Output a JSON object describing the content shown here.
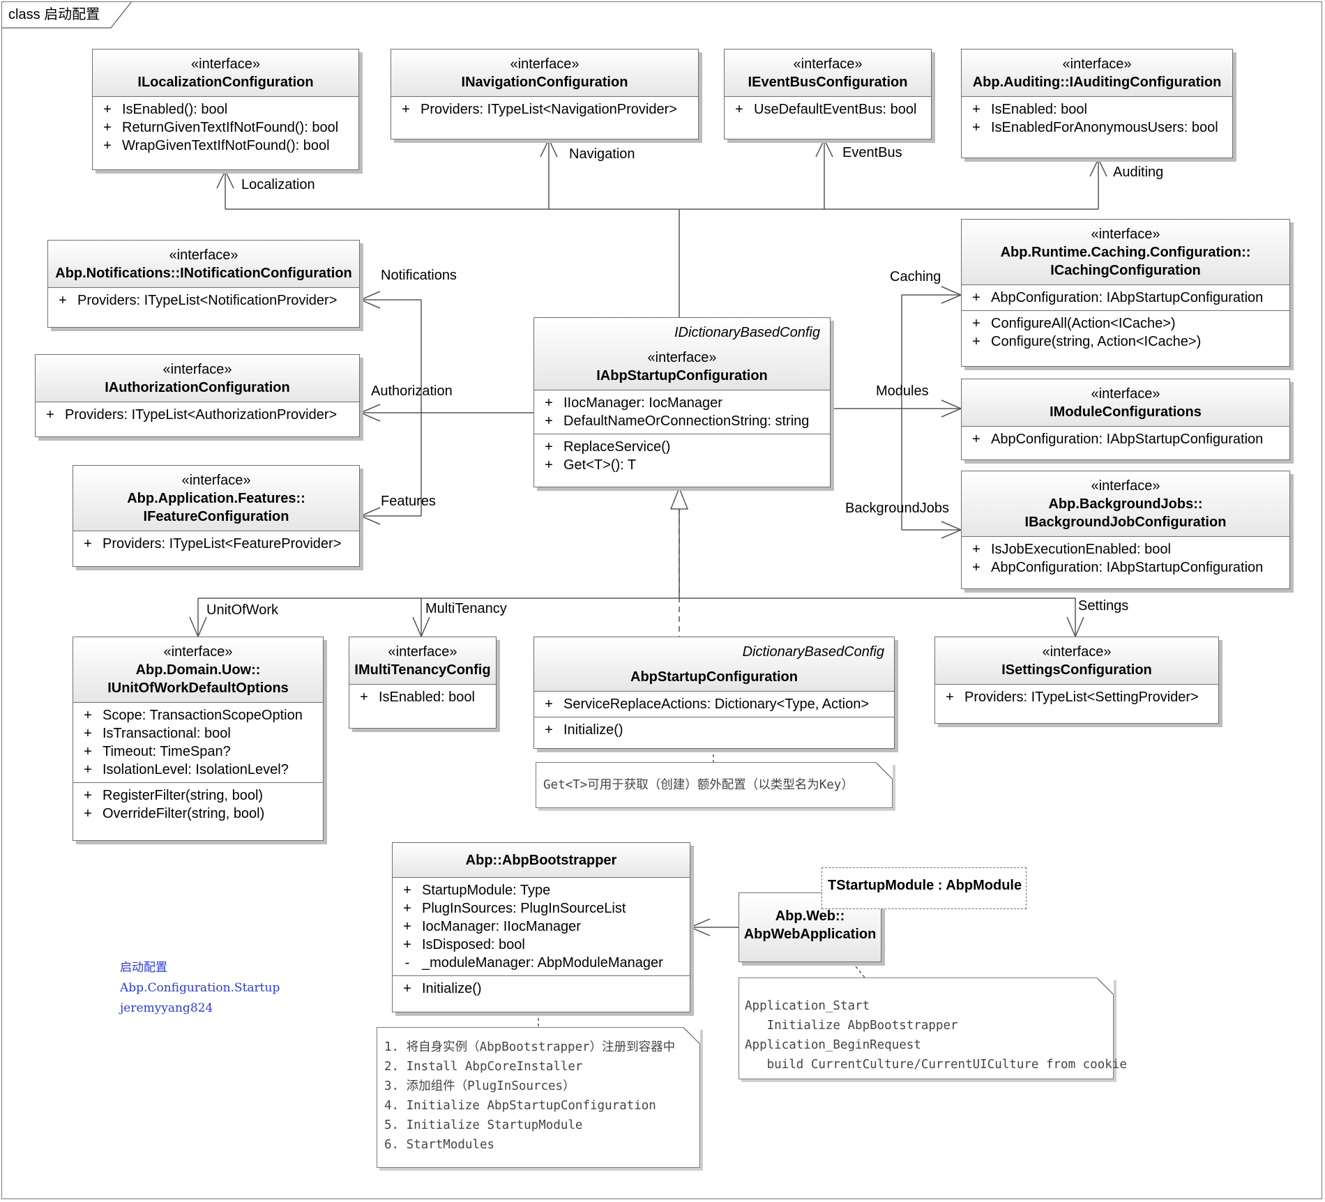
{
  "frame": {
    "title": "class 启动配置"
  },
  "classes": {
    "loc": {
      "stereotype": "«interface»",
      "name": "ILocalizationConfiguration",
      "members": [
        "IsEnabled(): bool",
        "ReturnGivenTextIfNotFound(): bool",
        "WrapGivenTextIfNotFound(): bool"
      ]
    },
    "nav": {
      "stereotype": "«interface»",
      "name": "INavigationConfiguration",
      "members": [
        "Providers: ITypeList<NavigationProvider>"
      ]
    },
    "evt": {
      "stereotype": "«interface»",
      "name": "IEventBusConfiguration",
      "members": [
        "UseDefaultEventBus: bool"
      ]
    },
    "aud": {
      "stereotype": "«interface»",
      "name": "Abp.Auditing::IAuditingConfiguration",
      "members": [
        "IsEnabled: bool",
        "IsEnabledForAnonymousUsers: bool"
      ]
    },
    "ntf": {
      "stereotype": "«interface»",
      "name": "Abp.Notifications::INotificationConfiguration",
      "members": [
        "Providers: ITypeList<NotificationProvider>"
      ]
    },
    "aut": {
      "stereotype": "«interface»",
      "name": "IAuthorizationConfiguration",
      "members": [
        "Providers: ITypeList<AuthorizationProvider>"
      ]
    },
    "fea": {
      "stereotype": "«interface»",
      "name1": "Abp.Application.Features::",
      "name2": "IFeatureConfiguration",
      "members": [
        "Providers: ITypeList<FeatureProvider>"
      ]
    },
    "cfg": {
      "template": "IDictionaryBasedConfig",
      "stereotype": "«interface»",
      "name": "IAbpStartupConfiguration",
      "attrs": [
        "IIocManager: IocManager",
        "DefaultNameOrConnectionString: string"
      ],
      "ops": [
        "ReplaceService()",
        "Get<T>(): T"
      ]
    },
    "cch": {
      "stereotype": "«interface»",
      "name1": "Abp.Runtime.Caching.Configuration::",
      "name2": "ICachingConfiguration",
      "attrs": [
        "AbpConfiguration: IAbpStartupConfiguration"
      ],
      "ops": [
        "ConfigureAll(Action<ICache>)",
        "Configure(string, Action<ICache>)"
      ]
    },
    "mod": {
      "stereotype": "«interface»",
      "name": "IModuleConfigurations",
      "members": [
        "AbpConfiguration: IAbpStartupConfiguration"
      ]
    },
    "bgj": {
      "stereotype": "«interface»",
      "name1": "Abp.BackgroundJobs::",
      "name2": "IBackgroundJobConfiguration",
      "members": [
        "IsJobExecutionEnabled: bool",
        "AbpConfiguration: IAbpStartupConfiguration"
      ]
    },
    "uow": {
      "stereotype": "«interface»",
      "name1": "Abp.Domain.Uow::",
      "name2": "IUnitOfWorkDefaultOptions",
      "attrs": [
        "Scope: TransactionScopeOption",
        "IsTransactional: bool",
        "Timeout: TimeSpan?",
        "IsolationLevel: IsolationLevel?"
      ],
      "ops": [
        "RegisterFilter(string, bool)",
        "OverrideFilter(string, bool)"
      ]
    },
    "mt": {
      "stereotype": "«interface»",
      "name": "IMultiTenancyConfig",
      "members": [
        "IsEnabled: bool"
      ]
    },
    "asc": {
      "template": "DictionaryBasedConfig",
      "name": "AbpStartupConfiguration",
      "attrs": [
        "ServiceReplaceActions: Dictionary<Type, Action>"
      ],
      "ops": [
        "Initialize()"
      ]
    },
    "set": {
      "stereotype": "«interface»",
      "name": "ISettingsConfiguration",
      "members": [
        "Providers: ITypeList<SettingProvider>"
      ]
    },
    "boot": {
      "name": "Abp::AbpBootstrapper",
      "attrs": [
        "StartupModule: Type",
        "PlugInSources: PlugInSourceList",
        "IocManager: IIocManager",
        "IsDisposed: bool"
      ],
      "private_attr": "_moduleManager: AbpModuleManager",
      "ops": [
        "Initialize()"
      ]
    },
    "web": {
      "name1": "Abp.Web::",
      "name2": "AbpWebApplication",
      "template_param": "TStartupModule : AbpModule"
    }
  },
  "visibility": {
    "public": "+",
    "private": "-"
  },
  "labels": {
    "localization": "Localization",
    "navigation": "Navigation",
    "eventbus": "EventBus",
    "auditing": "Auditing",
    "notifications": "Notifications",
    "authorization": "Authorization",
    "features": "Features",
    "caching": "Caching",
    "modules": "Modules",
    "backgroundjobs": "BackgroundJobs",
    "unitofwork": "UnitOfWork",
    "multitenancy": "MultiTenancy",
    "settings": "Settings"
  },
  "notes": {
    "get": [
      "Get<T>可用于获取（创建）额外配置（以类型名为Key）"
    ],
    "boot": [
      "1. 将自身实例（AbpBootstrapper）注册到容器中",
      "2. Install AbpCoreInstaller",
      "3. 添加组件（PlugInSources）",
      "4. Initialize AbpStartupConfiguration",
      "5. Initialize StartupModule",
      "6. StartModules"
    ],
    "web": [
      "Application_Start",
      "   Initialize AbpBootstrapper",
      "Application_BeginRequest",
      "   build CurrentCulture/CurrentUICulture from cookie"
    ]
  },
  "legend": [
    "启动配置",
    "Abp.Configuration.Startup",
    "jeremyyang824"
  ]
}
